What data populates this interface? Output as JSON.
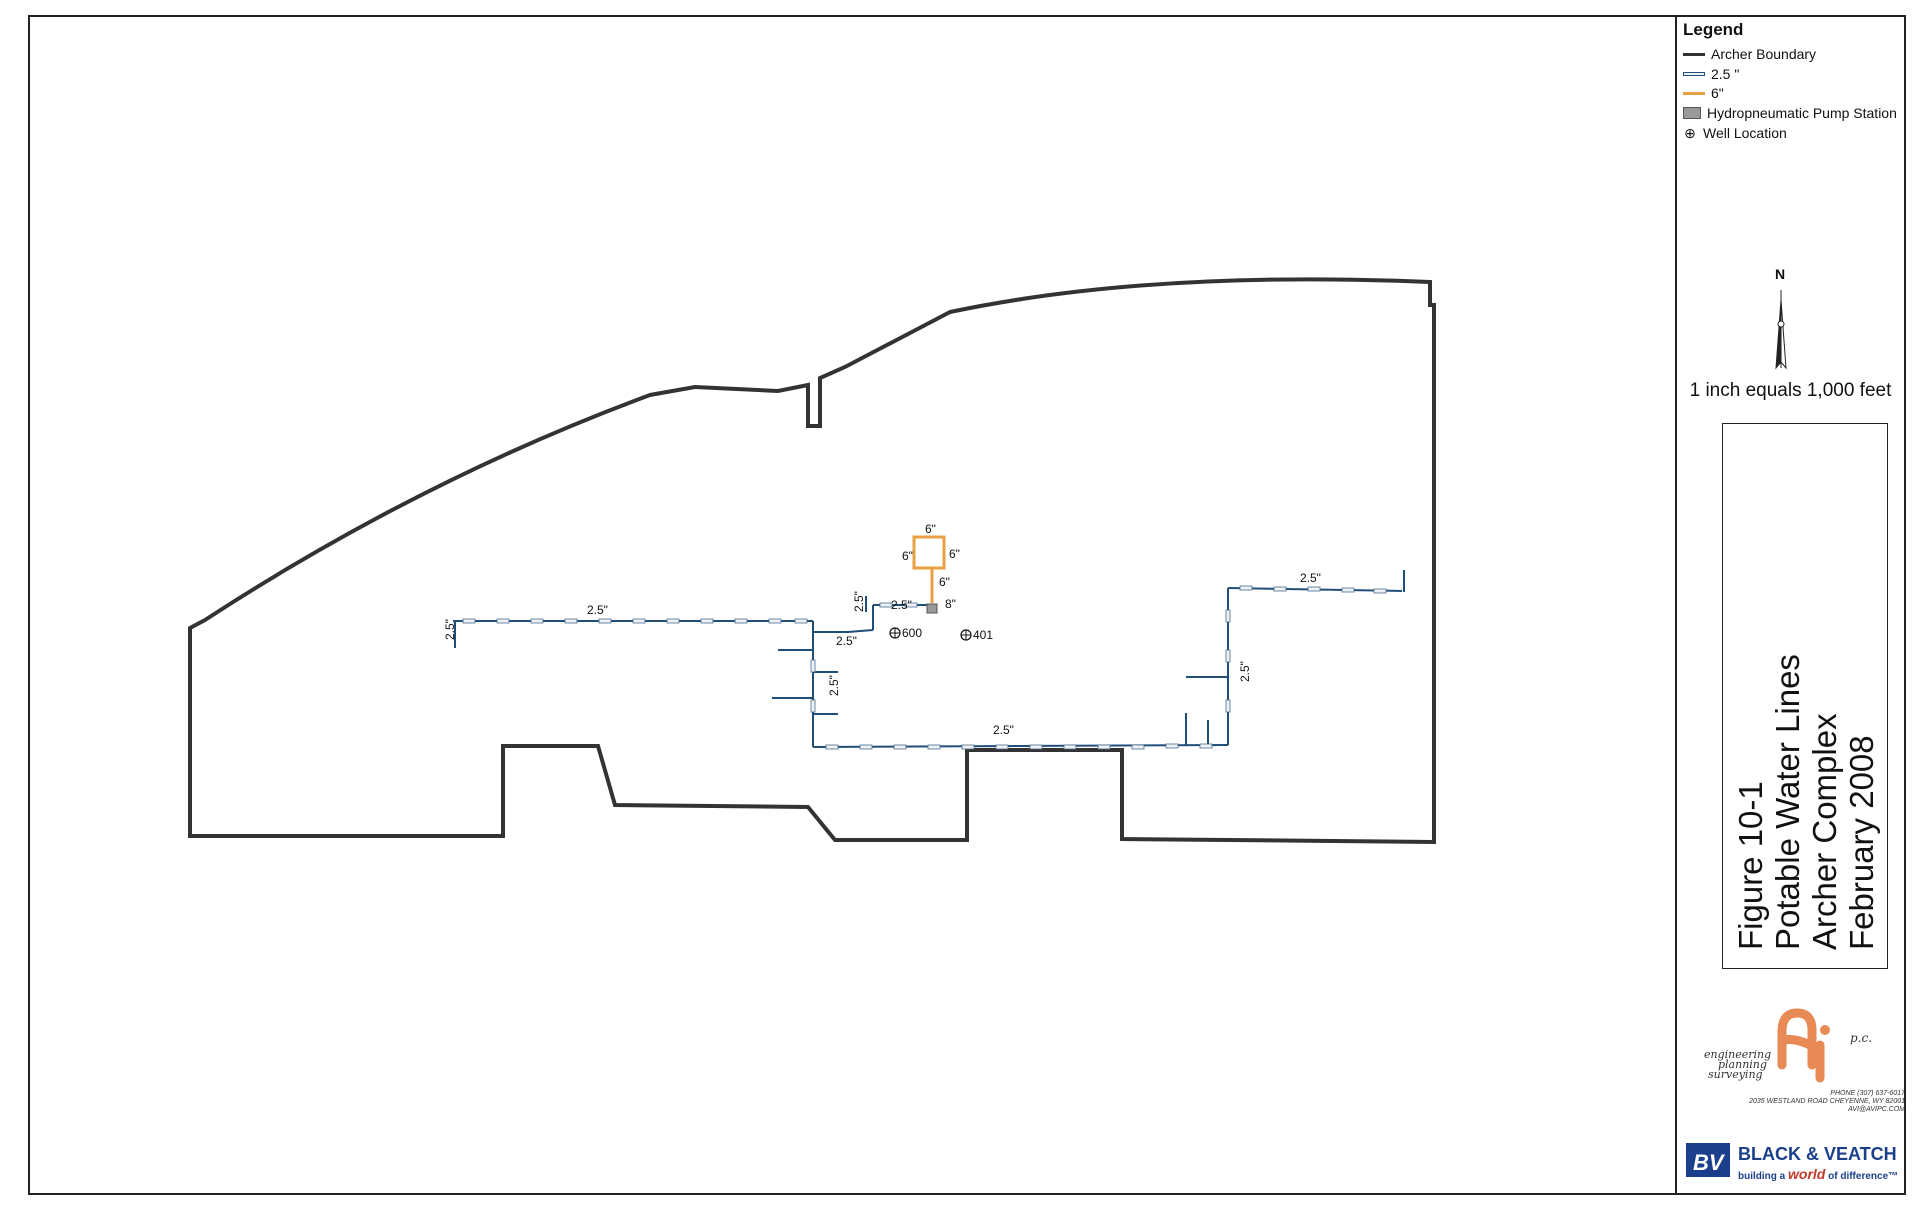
{
  "legend": {
    "title": "Legend",
    "items": [
      {
        "label": "Archer Boundary",
        "icon": "boundary-line-swatch"
      },
      {
        "label": "2.5 \"",
        "icon": "pipe-2-5-swatch"
      },
      {
        "label": "6\"",
        "icon": "pipe-6-swatch"
      },
      {
        "label": "Hydropneumatic Pump Station",
        "icon": "pump-station-swatch"
      },
      {
        "label": "Well Location",
        "icon": "well-symbol"
      }
    ]
  },
  "north_arrow": {
    "label": "N",
    "icon": "north-arrow-icon"
  },
  "scale": {
    "text": "1 inch equals 1,000 feet"
  },
  "title_block": {
    "line1": "Figure 10-1",
    "line2": "Potable Water Lines",
    "line3": "Archer Complex",
    "line4": "February 2008"
  },
  "avi_logo": {
    "letters": "avi",
    "suffix": "p.c.",
    "tagline": [
      "engineering",
      "planning",
      "surveying"
    ],
    "contact": [
      "PHONE (307) 637-6017",
      "2035 WESTLAND ROAD CHEYENNE, WY 82001",
      "AVI@AVIPC.COM"
    ]
  },
  "bv_logo": {
    "name": "BLACK & VEATCH",
    "tagline_a": "building a ",
    "tagline_b": "world",
    "tagline_c": " of difference",
    "tm": "™"
  },
  "map_labels": {
    "pipe_25": "2.5\"",
    "pipe_6": "6\"",
    "pipe_8": "8\"",
    "well_600": "600",
    "well_401": "401",
    "well_symbol": "⊕"
  },
  "colors": {
    "boundary": "#333333",
    "pipe_25": "#1f4e79",
    "pipe_6": "#e8a040",
    "pump": "#999999",
    "bv_blue": "#1b3f8b",
    "avi_orange": "#e88a55"
  }
}
